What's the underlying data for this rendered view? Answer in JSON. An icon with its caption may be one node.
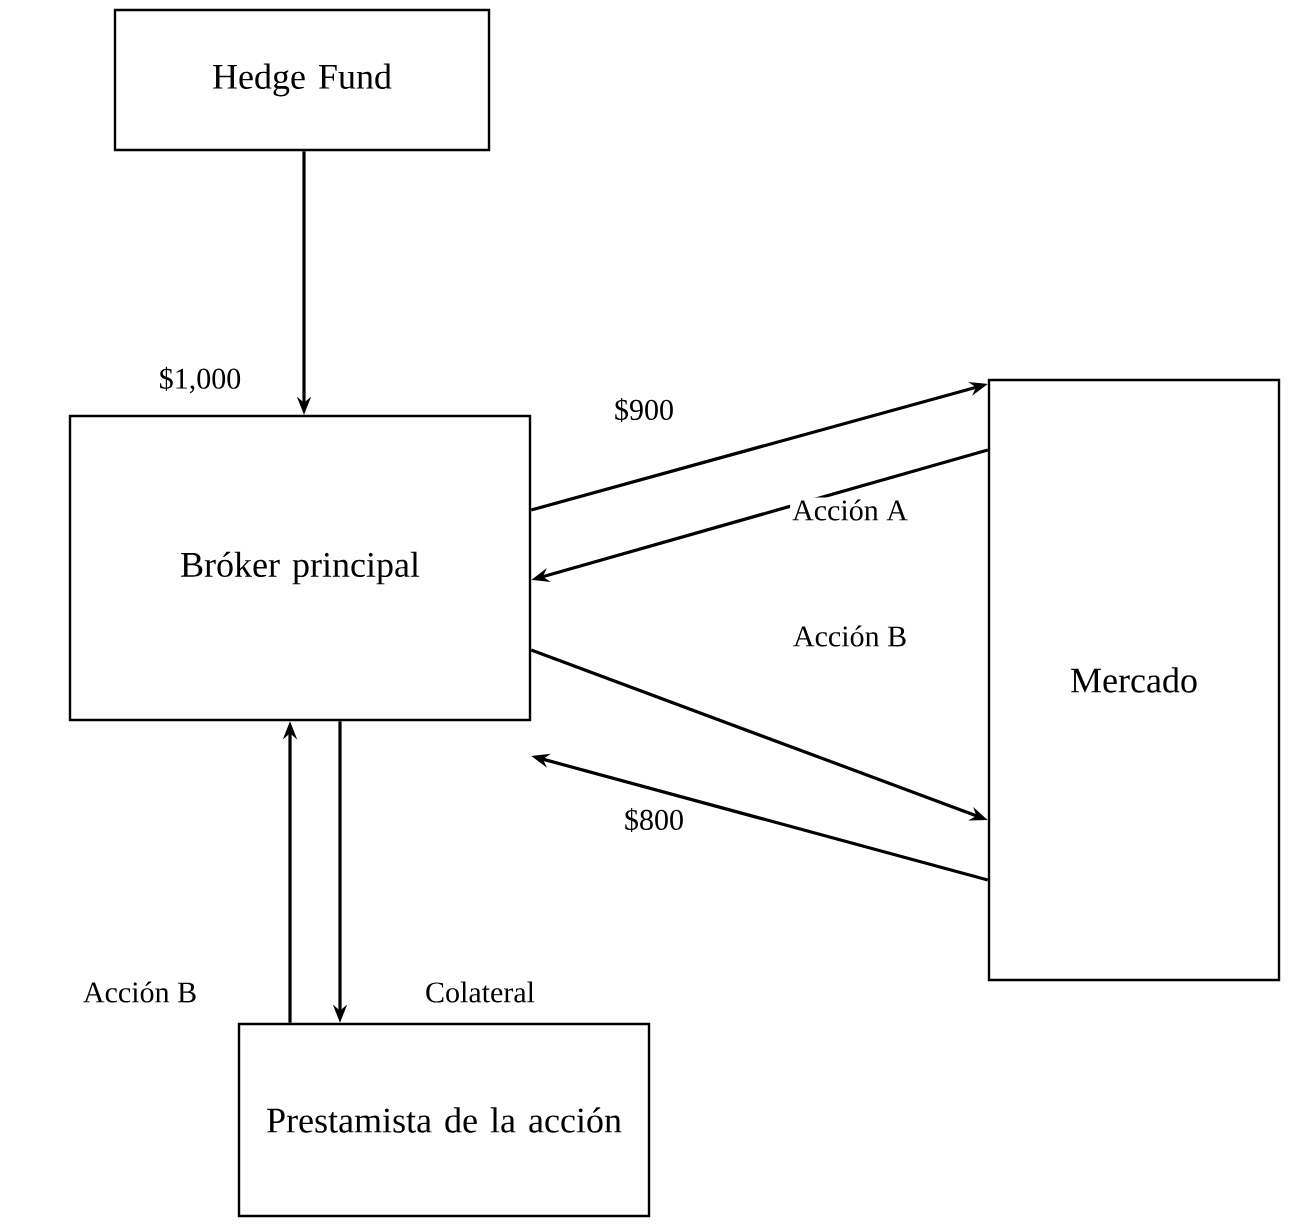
{
  "diagram": {
    "nodes": [
      {
        "text": [
          "Hedge Fund"
        ]
      },
      {
        "text": [
          "Bróker principal"
        ]
      },
      {
        "text": [
          "Mercado"
        ]
      },
      {
        "text": [
          "Prestamista de la acción"
        ]
      }
    ],
    "edges": [
      {
        "from": 0,
        "to": 1,
        "arrow": "to",
        "label": "$1,000"
      },
      {
        "from": 1,
        "to": 2,
        "arrow": "to",
        "label": "$900"
      },
      {
        "from": 2,
        "to": 1,
        "arrow": "to",
        "label": "Acción A"
      },
      {
        "from": 1,
        "to": 2,
        "arrow": "to",
        "label": "Acción B"
      },
      {
        "from": 2,
        "to": 1,
        "arrow": "to",
        "label": "$800"
      },
      {
        "from": 3,
        "to": 1,
        "arrow": "to",
        "label": "Acción B"
      },
      {
        "from": 1,
        "to": 3,
        "arrow": "to",
        "label": "Colateral"
      }
    ]
  }
}
